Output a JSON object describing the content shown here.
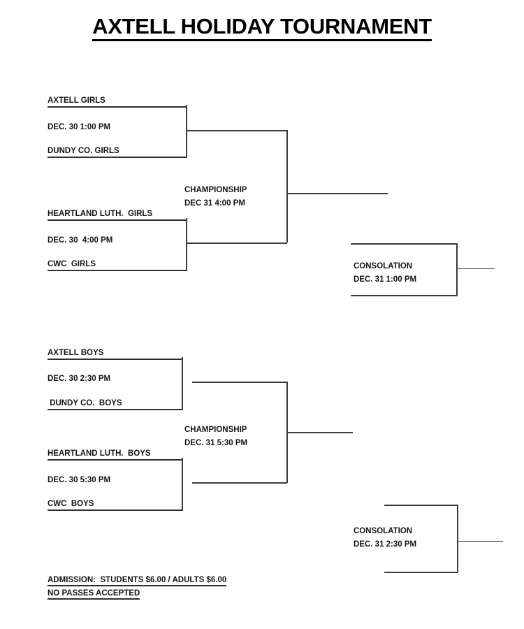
{
  "document": {
    "title": "AXTELL HOLIDAY TOURNAMENT"
  },
  "girls": {
    "section_name": "girls-bracket",
    "game1": {
      "team_top": "AXTELL GIRLS",
      "team_bottom": "DUNDY CO. GIRLS",
      "datetime": "DEC. 30 1:00 PM"
    },
    "game2": {
      "team_top": "HEARTLAND LUTH.  GIRLS",
      "team_bottom": "CWC  GIRLS",
      "datetime": "DEC. 30  4:00 PM"
    },
    "championship": {
      "label": "CHAMPIONSHIP",
      "datetime": "DEC 31 4:00 PM"
    },
    "consolation": {
      "label": "CONSOLATION",
      "datetime": "DEC. 31 1:00 PM"
    }
  },
  "boys": {
    "section_name": "boys-bracket",
    "game1": {
      "team_top": "AXTELL BOYS",
      "team_bottom": " DUNDY CO.  BOYS",
      "datetime": "DEC. 30 2:30 PM"
    },
    "game2": {
      "team_top": "HEARTLAND LUTH.  BOYS",
      "team_bottom": "CWC  BOYS",
      "datetime": "DEC. 30 5:30 PM"
    },
    "championship": {
      "label": "CHAMPIONSHIP",
      "datetime": "DEC. 31 5:30 PM"
    },
    "consolation": {
      "label": "CONSOLATION",
      "datetime": "DEC. 31 2:30 PM"
    }
  },
  "footer": {
    "admission": "ADMISSION:  STUDENTS $6.00 / ADULTS $6.00",
    "passes": "NO PASSES ACCEPTED"
  },
  "colors": {
    "ink": "#141414",
    "rule": "#3a3a3a",
    "background": "#ffffff"
  }
}
